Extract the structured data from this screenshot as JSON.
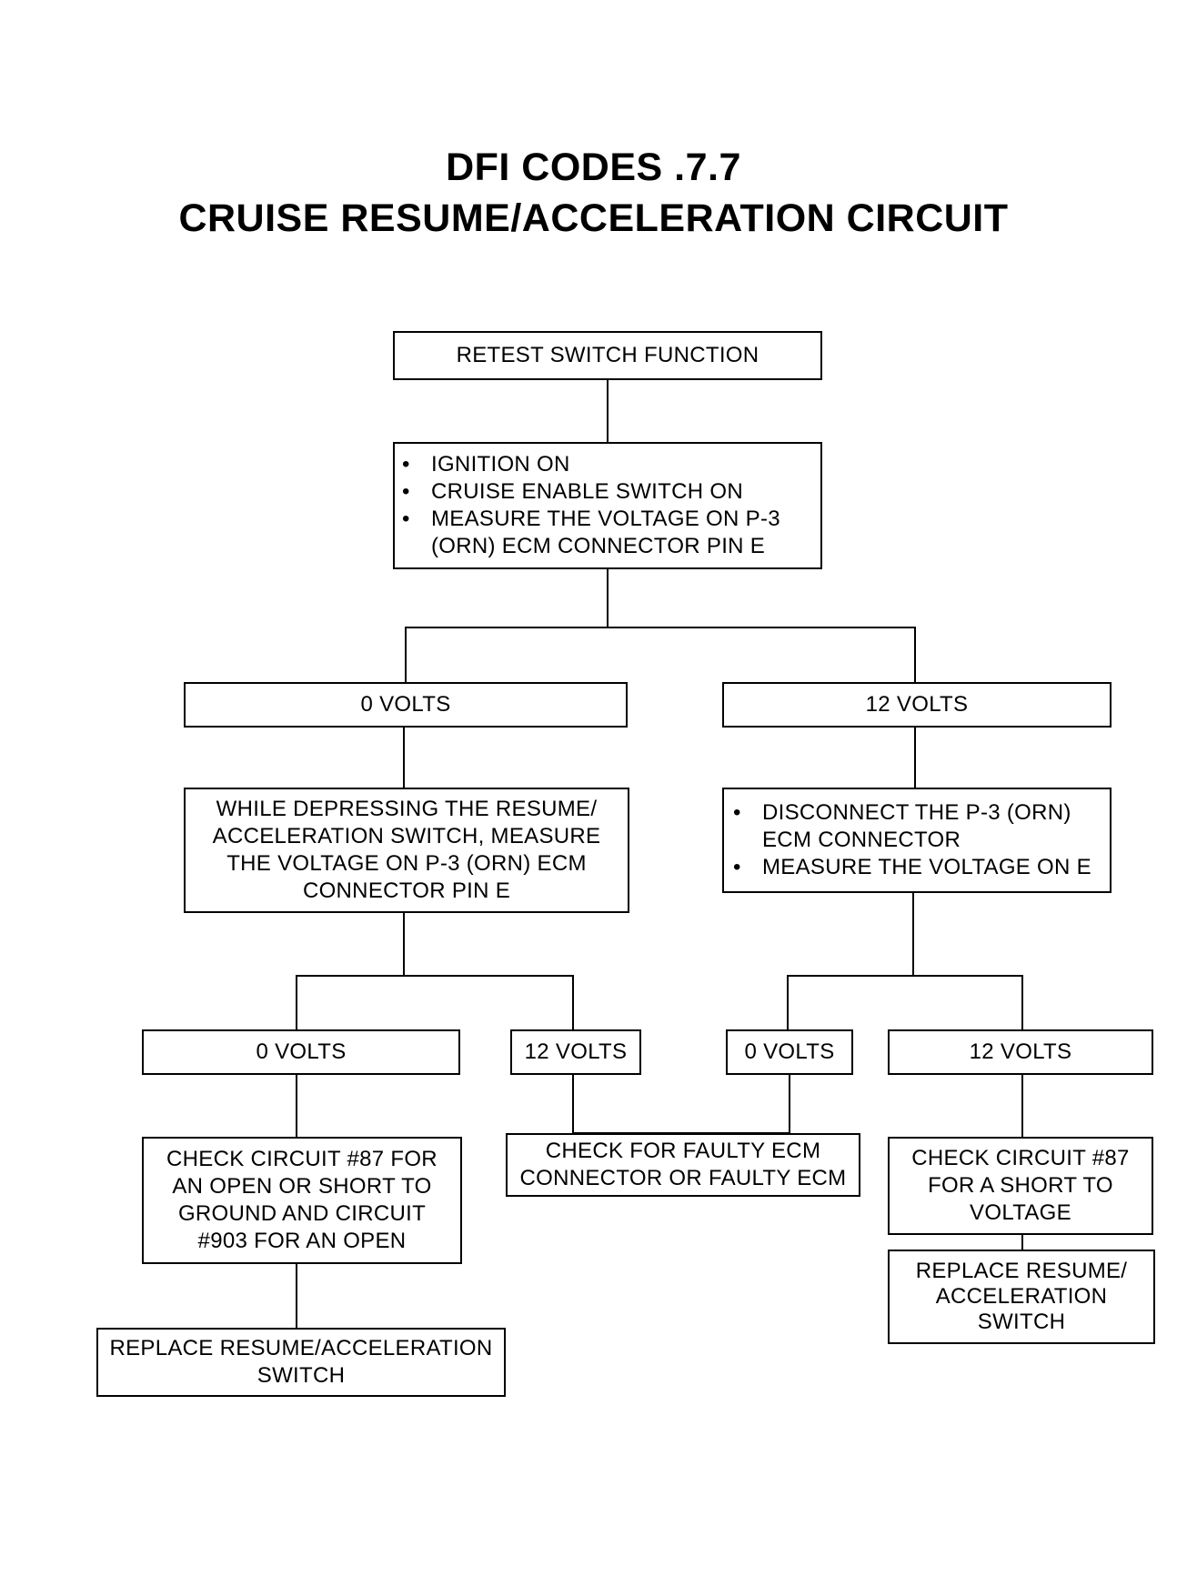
{
  "title": {
    "line1": "DFI CODES .7.7",
    "line2": "CRUISE RESUME/ACCELERATION CIRCUIT"
  },
  "nodes": {
    "retest": "RETEST SWITCH FUNCTION",
    "ignition_steps": [
      "IGNITION ON",
      "CRUISE ENABLE SWITCH ON",
      "MEASURE THE VOLTAGE ON P-3 (ORN) ECM CONNECTOR PIN E"
    ],
    "zero_volts_a": "0 VOLTS",
    "twelve_volts_a": "12 VOLTS",
    "depress_measure": "WHILE DEPRESSING THE RESUME/ ACCELERATION SWITCH, MEASURE THE VOLTAGE ON P-3 (ORN) ECM CONNECTOR PIN E",
    "disconnect_steps": [
      "DISCONNECT THE P-3 (ORN) ECM CONNECTOR",
      "MEASURE THE VOLTAGE ON E"
    ],
    "zero_volts_b": "0 VOLTS",
    "twelve_volts_b": "12 VOLTS",
    "zero_volts_c": "0 VOLTS",
    "twelve_volts_c": "12 VOLTS",
    "check_87_open": "CHECK CIRCUIT #87 FOR AN OPEN OR SHORT TO GROUND AND CIRCUIT #903 FOR AN OPEN",
    "check_faulty_ecm": "CHECK FOR FAULTY ECM CONNECTOR OR FAULTY ECM",
    "check_87_short": "CHECK CIRCUIT #87 FOR A SHORT TO VOLTAGE",
    "replace_left": "REPLACE RESUME/ACCELERATION SWITCH",
    "replace_right": "REPLACE RESUME/ ACCELERATION SWITCH"
  }
}
